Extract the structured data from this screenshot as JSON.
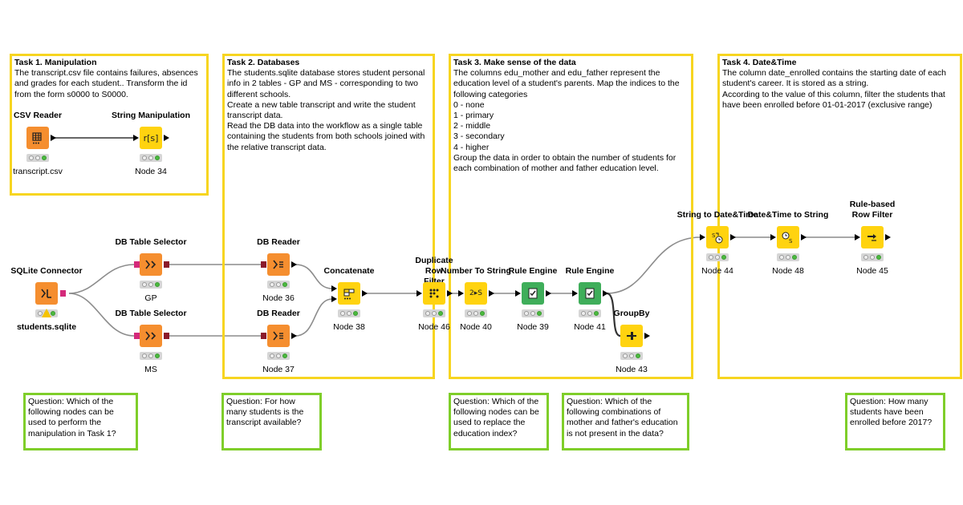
{
  "annotations": {
    "task1": {
      "title": "Task 1. Manipulation",
      "body": "The transcript.csv file contains failures, absences and grades for each student.. Transform the id from the form s0000 to S0000."
    },
    "task2": {
      "title": "Task 2. Databases",
      "body": "The students.sqlite database stores student personal info in 2 tables - GP and MS - corresponding to two different schools.\nCreate a new table transcript and write the student transcript data.\nRead the DB data into the workflow as a single table containing the students from both schools joined with the relative transcript data."
    },
    "task3": {
      "title": "Task 3. Make sense of the data",
      "body": "The columns edu_mother and edu_father represent the education level of a student's parents. Map the indices to the following categories\n0 - none\n1 - primary\n2 - middle\n3 - secondary\n4 - higher\nGroup the data in order to obtain the number of students for each combination of mother and father education level."
    },
    "task4": {
      "title": "Task 4. Date&Time",
      "body": "The column date_enrolled contains the starting date of each student's career. It is stored as a string.\nAccording to the value of this column, filter the students that have been enrolled before 01-01-2017 (exclusive range)"
    },
    "q1": {
      "body": "Question: Which of the following nodes can be used to perform the manipulation in Task 1?"
    },
    "q2": {
      "body": "Question: For how many students is the transcript available?"
    },
    "q3": {
      "body": "Question: Which of the following nodes can be used to replace the education index?"
    },
    "q4": {
      "body": "Question: Which of the following combinations of mother and father's education is not present in the data?"
    },
    "q5": {
      "body": "Question: How many students have been enrolled before 2017?"
    }
  },
  "nodes": {
    "csv_reader": {
      "name": "CSV Reader",
      "label": "transcript.csv",
      "color": "#f58e2f",
      "icon": "table-icon"
    },
    "string_manip": {
      "name": "String Manipulation",
      "label": "Node 34",
      "color": "#ffd30f",
      "icon": "string-icon",
      "glyph": "r[s]"
    },
    "sqlite": {
      "name": "SQLite Connector",
      "label": "students.sqlite",
      "color": "#f58e2f",
      "icon": "database-connector-icon"
    },
    "dbsel_gp": {
      "name": "DB Table Selector",
      "label": "GP",
      "color": "#f58e2f",
      "icon": "db-selector-icon"
    },
    "dbsel_ms": {
      "name": "DB Table Selector",
      "label": "MS",
      "color": "#f58e2f",
      "icon": "db-selector-icon"
    },
    "dbreader36": {
      "name": "DB Reader",
      "label": "Node 36",
      "color": "#f58e2f",
      "icon": "db-reader-icon"
    },
    "dbreader37": {
      "name": "DB Reader",
      "label": "Node 37",
      "color": "#f58e2f",
      "icon": "db-reader-icon"
    },
    "concat": {
      "name": "Concatenate",
      "label": "Node 38",
      "color": "#ffd30f",
      "icon": "concatenate-icon"
    },
    "dup_filter": {
      "name": "Duplicate Row Filter",
      "label": "Node 46",
      "color": "#ffd30f",
      "icon": "duplicate-filter-icon"
    },
    "num_to_str": {
      "name": "Number To String",
      "label": "Node 40",
      "color": "#ffd30f",
      "icon": "number-to-string-icon",
      "glyph": "2▸S"
    },
    "rule39": {
      "name": "Rule Engine",
      "label": "Node 39",
      "color": "#3fae5a",
      "icon": "rule-engine-icon"
    },
    "rule41": {
      "name": "Rule Engine",
      "label": "Node 41",
      "color": "#3fae5a",
      "icon": "rule-engine-icon"
    },
    "groupby": {
      "name": "GroupBy",
      "label": "Node 43",
      "color": "#ffd30f",
      "icon": "groupby-icon"
    },
    "str_to_dt": {
      "name": "String to Date&Time",
      "label": "Node 44",
      "color": "#ffd30f",
      "icon": "string-to-datetime-icon"
    },
    "dt_to_str": {
      "name": "Date&Time to String",
      "label": "Node 48",
      "color": "#ffd30f",
      "icon": "datetime-to-string-icon"
    },
    "rule_filter": {
      "name": "Rule-based Row Filter",
      "label": "Node 45",
      "color": "#ffd30f",
      "icon": "rule-filter-icon"
    }
  },
  "colors": {
    "task_border": "#f7d520",
    "question_border": "#7fce2a",
    "db_port": "#8b1a2b",
    "status_green": "#4cba3f"
  }
}
